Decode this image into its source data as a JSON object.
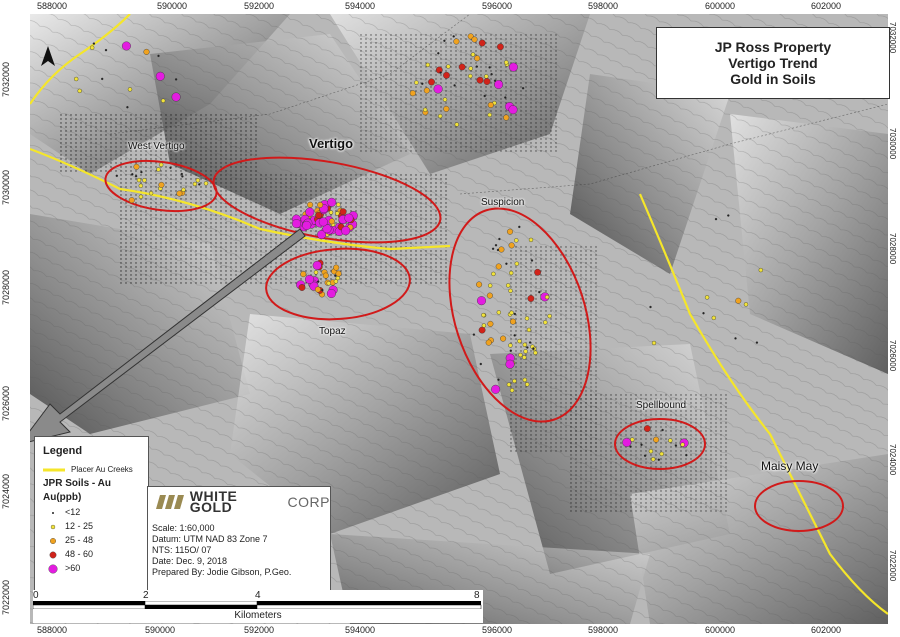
{
  "title": {
    "line1": "JP Ross Property",
    "line2": "Vertigo Trend",
    "line3": "Gold in Soils"
  },
  "x_ticks": [
    "588000",
    "590000",
    "592000",
    "594000",
    "596000",
    "598000",
    "600000",
    "602000"
  ],
  "y_ticks": [
    "7032000",
    "7030000",
    "7028000",
    "7026000",
    "7024000",
    "7022000"
  ],
  "labels": {
    "west_vertigo": "West Vertigo",
    "vertigo": "Vertigo",
    "suspicion": "Suspicion",
    "topaz": "Topaz",
    "spellbound": "Spellbound",
    "maisy_may": "Maisy May"
  },
  "legend": {
    "title": "Legend",
    "creek": "Placer Au Creeks",
    "soils_title": "JPR Soils - Au",
    "unit": "Au(ppb)",
    "classes": [
      {
        "label": "<12",
        "color": "#222222"
      },
      {
        "label": "12 - 25",
        "color": "#f2e33a"
      },
      {
        "label": "25 - 48",
        "color": "#f0a21f"
      },
      {
        "label": "48 - 60",
        "color": "#d1231a"
      },
      {
        "label": ">60",
        "color": "#e31ce0"
      }
    ]
  },
  "logo": {
    "name": "WHITE GOLD",
    "suffix": "CORP"
  },
  "info": {
    "scale": "Scale: 1:60,000",
    "datum": "Datum: UTM NAD 83 Zone 7",
    "nts": "NTS: 115O/ 07",
    "date": "Date: Dec. 9, 2018",
    "prepared": "Prepared By: Jodie Gibson, P.Geo."
  },
  "scalebar": {
    "ticks": [
      "0",
      "2",
      "4",
      "8"
    ],
    "unit": "Kilometers"
  },
  "colors": {
    "creek": "#f5e62a",
    "target": "#d11a1a",
    "arrow": "#8a8a8a"
  }
}
